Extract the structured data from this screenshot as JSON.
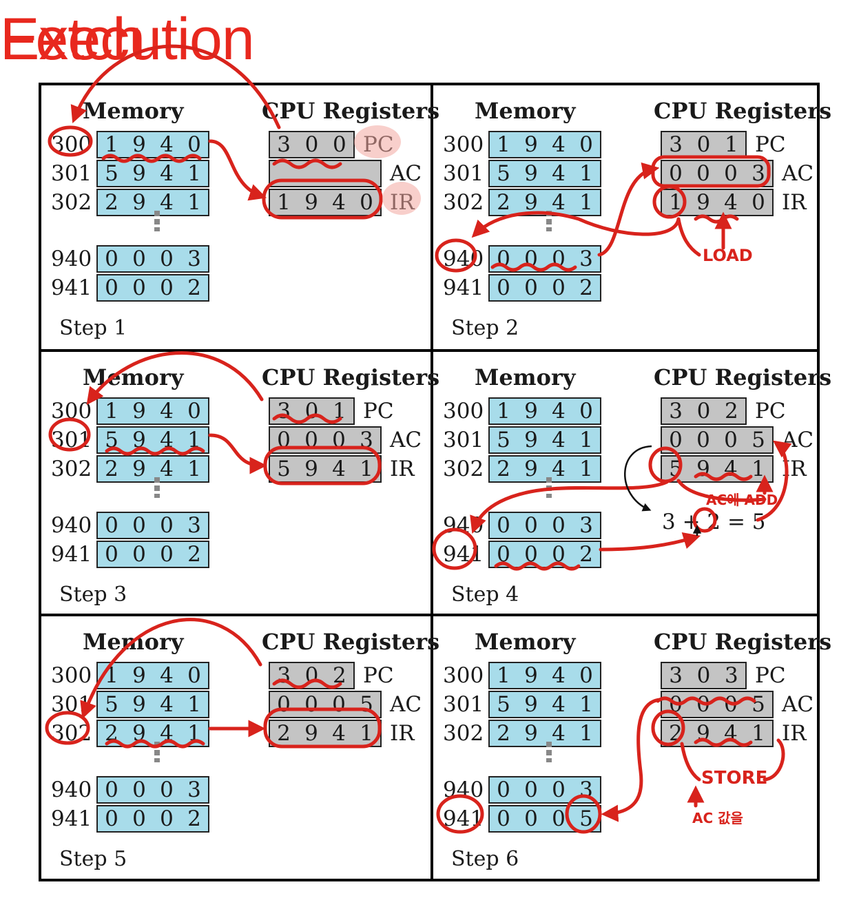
{
  "headers": {
    "fetch": "Fetch",
    "execution": "Execution"
  },
  "labels": {
    "memory": "Memory",
    "cpu": "CPU Registers",
    "pc": "PC",
    "ac": "AC",
    "ir": "IR"
  },
  "colors": {
    "memory_cell": "#a8dcea",
    "register_cell": "#c4c4c4",
    "annotation": "#d8231c"
  },
  "panels": [
    {
      "step": "Step 1",
      "memory": [
        {
          "addr": "300",
          "value": "1940"
        },
        {
          "addr": "301",
          "value": "5941"
        },
        {
          "addr": "302",
          "value": "2941"
        },
        {
          "addr": "940",
          "value": "0003"
        },
        {
          "addr": "941",
          "value": "0002"
        }
      ],
      "registers": {
        "pc": "300",
        "ac": "",
        "ir": "1940"
      }
    },
    {
      "step": "Step 2",
      "memory": [
        {
          "addr": "300",
          "value": "1940"
        },
        {
          "addr": "301",
          "value": "5941"
        },
        {
          "addr": "302",
          "value": "2941"
        },
        {
          "addr": "940",
          "value": "0003"
        },
        {
          "addr": "941",
          "value": "0002"
        }
      ],
      "registers": {
        "pc": "301",
        "ac": "0003",
        "ir": "1940"
      }
    },
    {
      "step": "Step 3",
      "memory": [
        {
          "addr": "300",
          "value": "1940"
        },
        {
          "addr": "301",
          "value": "5941"
        },
        {
          "addr": "302",
          "value": "2941"
        },
        {
          "addr": "940",
          "value": "0003"
        },
        {
          "addr": "941",
          "value": "0002"
        }
      ],
      "registers": {
        "pc": "301",
        "ac": "0003",
        "ir": "5941"
      }
    },
    {
      "step": "Step 4",
      "memory": [
        {
          "addr": "300",
          "value": "1940"
        },
        {
          "addr": "301",
          "value": "5941"
        },
        {
          "addr": "302",
          "value": "2941"
        },
        {
          "addr": "940",
          "value": "0003"
        },
        {
          "addr": "941",
          "value": "0002"
        }
      ],
      "registers": {
        "pc": "302",
        "ac": "0005",
        "ir": "5941"
      },
      "equation": "3 + 2 = 5"
    },
    {
      "step": "Step 5",
      "memory": [
        {
          "addr": "300",
          "value": "1940"
        },
        {
          "addr": "301",
          "value": "5941"
        },
        {
          "addr": "302",
          "value": "2941"
        },
        {
          "addr": "940",
          "value": "0003"
        },
        {
          "addr": "941",
          "value": "0002"
        }
      ],
      "registers": {
        "pc": "302",
        "ac": "0005",
        "ir": "2941"
      }
    },
    {
      "step": "Step 6",
      "memory": [
        {
          "addr": "300",
          "value": "1940"
        },
        {
          "addr": "301",
          "value": "5941"
        },
        {
          "addr": "302",
          "value": "2941"
        },
        {
          "addr": "940",
          "value": "0003"
        },
        {
          "addr": "941",
          "value": "0005"
        }
      ],
      "registers": {
        "pc": "303",
        "ac": "0005",
        "ir": "2941"
      }
    }
  ],
  "annotations": {
    "load": "LOAD",
    "ac_add": "AC에 ADD",
    "store": "STORE",
    "ac_store": "AC 값을"
  }
}
